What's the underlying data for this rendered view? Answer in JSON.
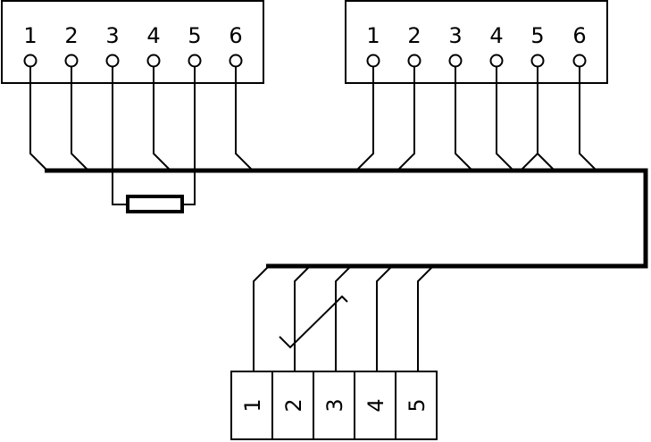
{
  "connector_left": {
    "pins": [
      "1",
      "2",
      "3",
      "4",
      "5",
      "6"
    ]
  },
  "connector_right": {
    "pins": [
      "1",
      "2",
      "3",
      "4",
      "5",
      "6"
    ]
  },
  "terminal_block": {
    "terminals": [
      "1",
      "2",
      "3",
      "4",
      "5"
    ]
  },
  "colors": {
    "line": "#000000",
    "background": "#ffffff"
  }
}
